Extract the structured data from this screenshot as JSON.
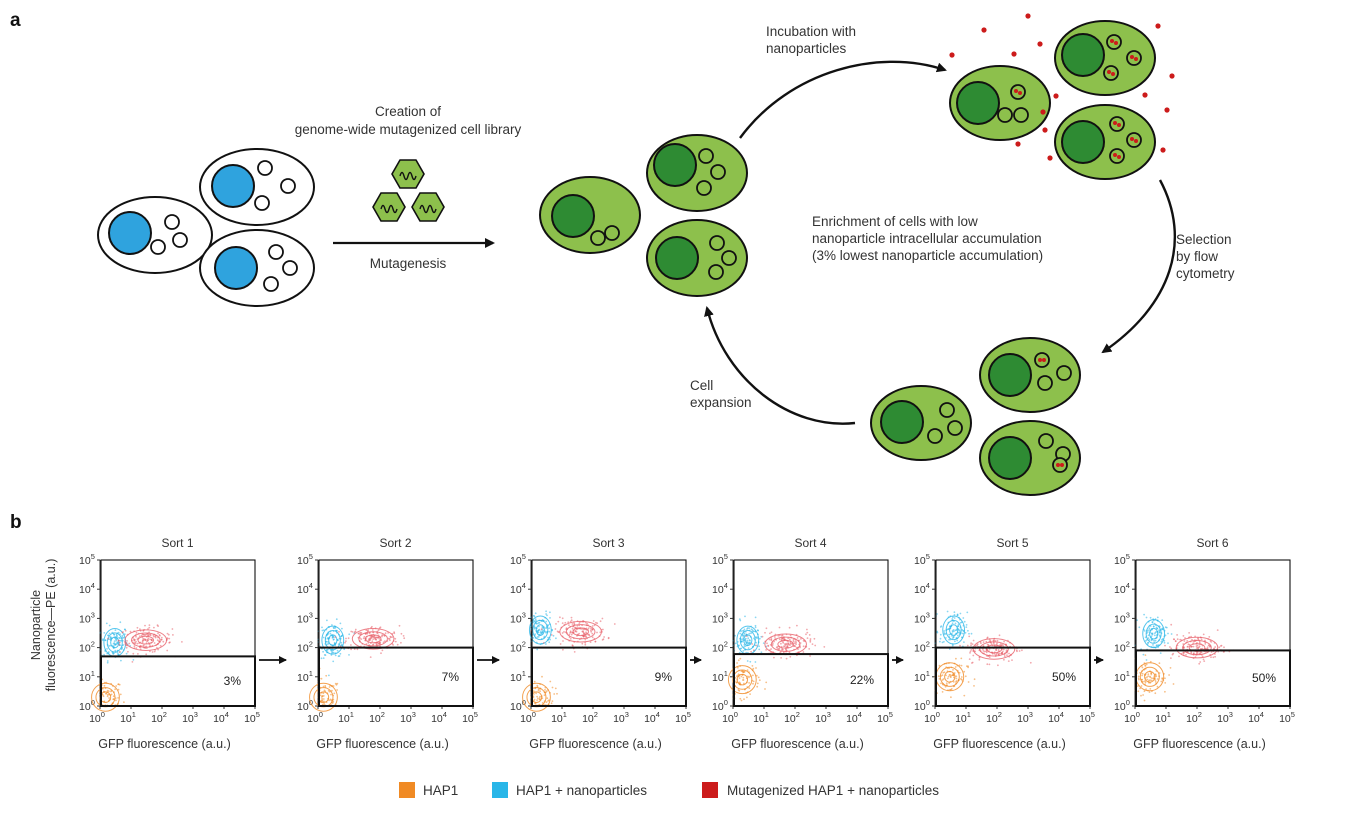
{
  "panel_a": {
    "label": "a",
    "creation_label_line1": "Creation of",
    "creation_label_line2": "genome-wide mutagenized cell library",
    "mutagenesis_label": "Mutagenesis",
    "incubation_line1": "Incubation with",
    "incubation_line2": "nanoparticles",
    "enrichment_line1": "Enrichment of cells with low",
    "enrichment_line2": "nanoparticle intracellular accumulation",
    "enrichment_line3": "(3% lowest nanoparticle accumulation)",
    "selection_line1": "Selection",
    "selection_line2": "by flow",
    "selection_line3": "cytometry",
    "expansion_line1": "Cell",
    "expansion_line2": "expansion"
  },
  "panel_b": {
    "label": "b",
    "y_axis_line1": "Nanoparticle",
    "y_axis_line2": "fluorescence—PE (a.u.)",
    "x_axis_title": "GFP fluorescence (a.u.)",
    "tick_base": "10",
    "x_ticks": [
      "0",
      "1",
      "2",
      "3",
      "4",
      "5"
    ],
    "y_ticks": [
      "0",
      "1",
      "2",
      "3",
      "4",
      "5"
    ]
  },
  "colors": {
    "hap1": "#f08a24",
    "hap1_np": "#29b6e8",
    "mutant_np": "#cc1b1b",
    "cell_green": "#8dc04c",
    "nucleus_green": "#2e8b33",
    "nucleus_blue": "#2fa3de"
  },
  "chart_data": {
    "type": "scatter",
    "x_axis": "GFP fluorescence (a.u.)",
    "y_axis": "Nanoparticle fluorescence—PE (a.u.)",
    "xlim": [
      1,
      100000
    ],
    "ylim": [
      1,
      100000
    ],
    "log_scale": true,
    "panels": [
      {
        "title": "Sort 1",
        "gate_y": 50,
        "gate_percent": "3%",
        "populations": {
          "hap1_center": [
            1.5,
            2
          ],
          "hap1_np_center": [
            3,
            150
          ],
          "mutant_np_center": [
            30,
            180
          ]
        }
      },
      {
        "title": "Sort 2",
        "gate_y": 100,
        "gate_percent": "7%",
        "populations": {
          "hap1_center": [
            1.5,
            2
          ],
          "hap1_np_center": [
            3,
            180
          ],
          "mutant_np_center": [
            60,
            200
          ]
        }
      },
      {
        "title": "Sort 3",
        "gate_y": 100,
        "gate_percent": "9%",
        "populations": {
          "hap1_center": [
            1.5,
            2
          ],
          "hap1_np_center": [
            2,
            400
          ],
          "mutant_np_center": [
            40,
            350
          ]
        }
      },
      {
        "title": "Sort 4",
        "gate_y": 60,
        "gate_percent": "22%",
        "populations": {
          "hap1_center": [
            2,
            8
          ],
          "hap1_np_center": [
            3,
            180
          ],
          "mutant_np_center": [
            50,
            130
          ]
        }
      },
      {
        "title": "Sort 5",
        "gate_y": 100,
        "gate_percent": "50%",
        "populations": {
          "hap1_center": [
            3,
            10
          ],
          "hap1_np_center": [
            4,
            400
          ],
          "mutant_np_center": [
            80,
            90
          ]
        }
      },
      {
        "title": "Sort 6",
        "gate_y": 80,
        "gate_percent": "50%",
        "populations": {
          "hap1_center": [
            3,
            10
          ],
          "hap1_np_center": [
            4,
            300
          ],
          "mutant_np_center": [
            100,
            100
          ]
        }
      }
    ],
    "legend": [
      {
        "name": "HAP1",
        "color": "#f08a24"
      },
      {
        "name": "HAP1 + nanoparticles",
        "color": "#29b6e8"
      },
      {
        "name": "Mutagenized HAP1 + nanoparticles",
        "color": "#cc1b1b"
      }
    ],
    "legend_position": "bottom"
  }
}
